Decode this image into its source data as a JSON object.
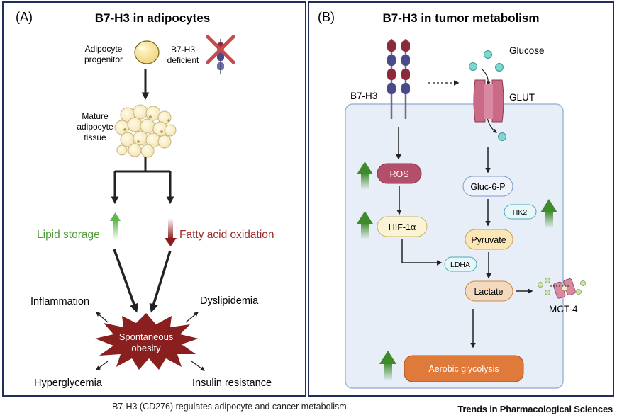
{
  "panel_a": {
    "letter": "(A)",
    "title": "B7-H3 in adipocytes",
    "progenitor_line1": "Adipocyte",
    "progenitor_line2": "progenitor",
    "deficient_line1": "B7-H3",
    "deficient_line2": "deficient",
    "mature_line1": "Mature",
    "mature_line2": "adipocyte",
    "mature_line3": "tissue",
    "lipid_storage": "Lipid storage",
    "fatty_acid": "Fatty acid oxidation",
    "obesity_line1": "Spontaneous",
    "obesity_line2": "obesity",
    "inflammation": "Inflammation",
    "dyslipidemia": "Dyslipidemia",
    "hyperglycemia": "Hyperglycemia",
    "insulin": "Insulin resistance"
  },
  "panel_b": {
    "letter": "(B)",
    "title": "B7-H3 in tumor metabolism",
    "b7h3": "B7-H3",
    "glucose": "Glucose",
    "glut": "GLUT",
    "ros": "ROS",
    "hif": "HIF-1α",
    "gluc6p": "Gluc-6-P",
    "hk2": "HK2",
    "pyruvate": "Pyruvate",
    "ldha": "LDHA",
    "lactate": "Lactate",
    "mct4": "MCT-4",
    "aerobic": "Aerobic glycolysis"
  },
  "footer": {
    "caption": "B7-H3 (CD276) regulates adipocyte and cancer metabolism.",
    "journal": "Trends in Pharmacological Sciences"
  },
  "colors": {
    "navy": "#1f2f5c",
    "green": "#4f9a3a",
    "dark_red": "#8b1c1c",
    "obesity": "#8a1f1f",
    "ros": "#b34f6a",
    "aerobic": "#e07a3a",
    "cell": "#e7eef8"
  }
}
